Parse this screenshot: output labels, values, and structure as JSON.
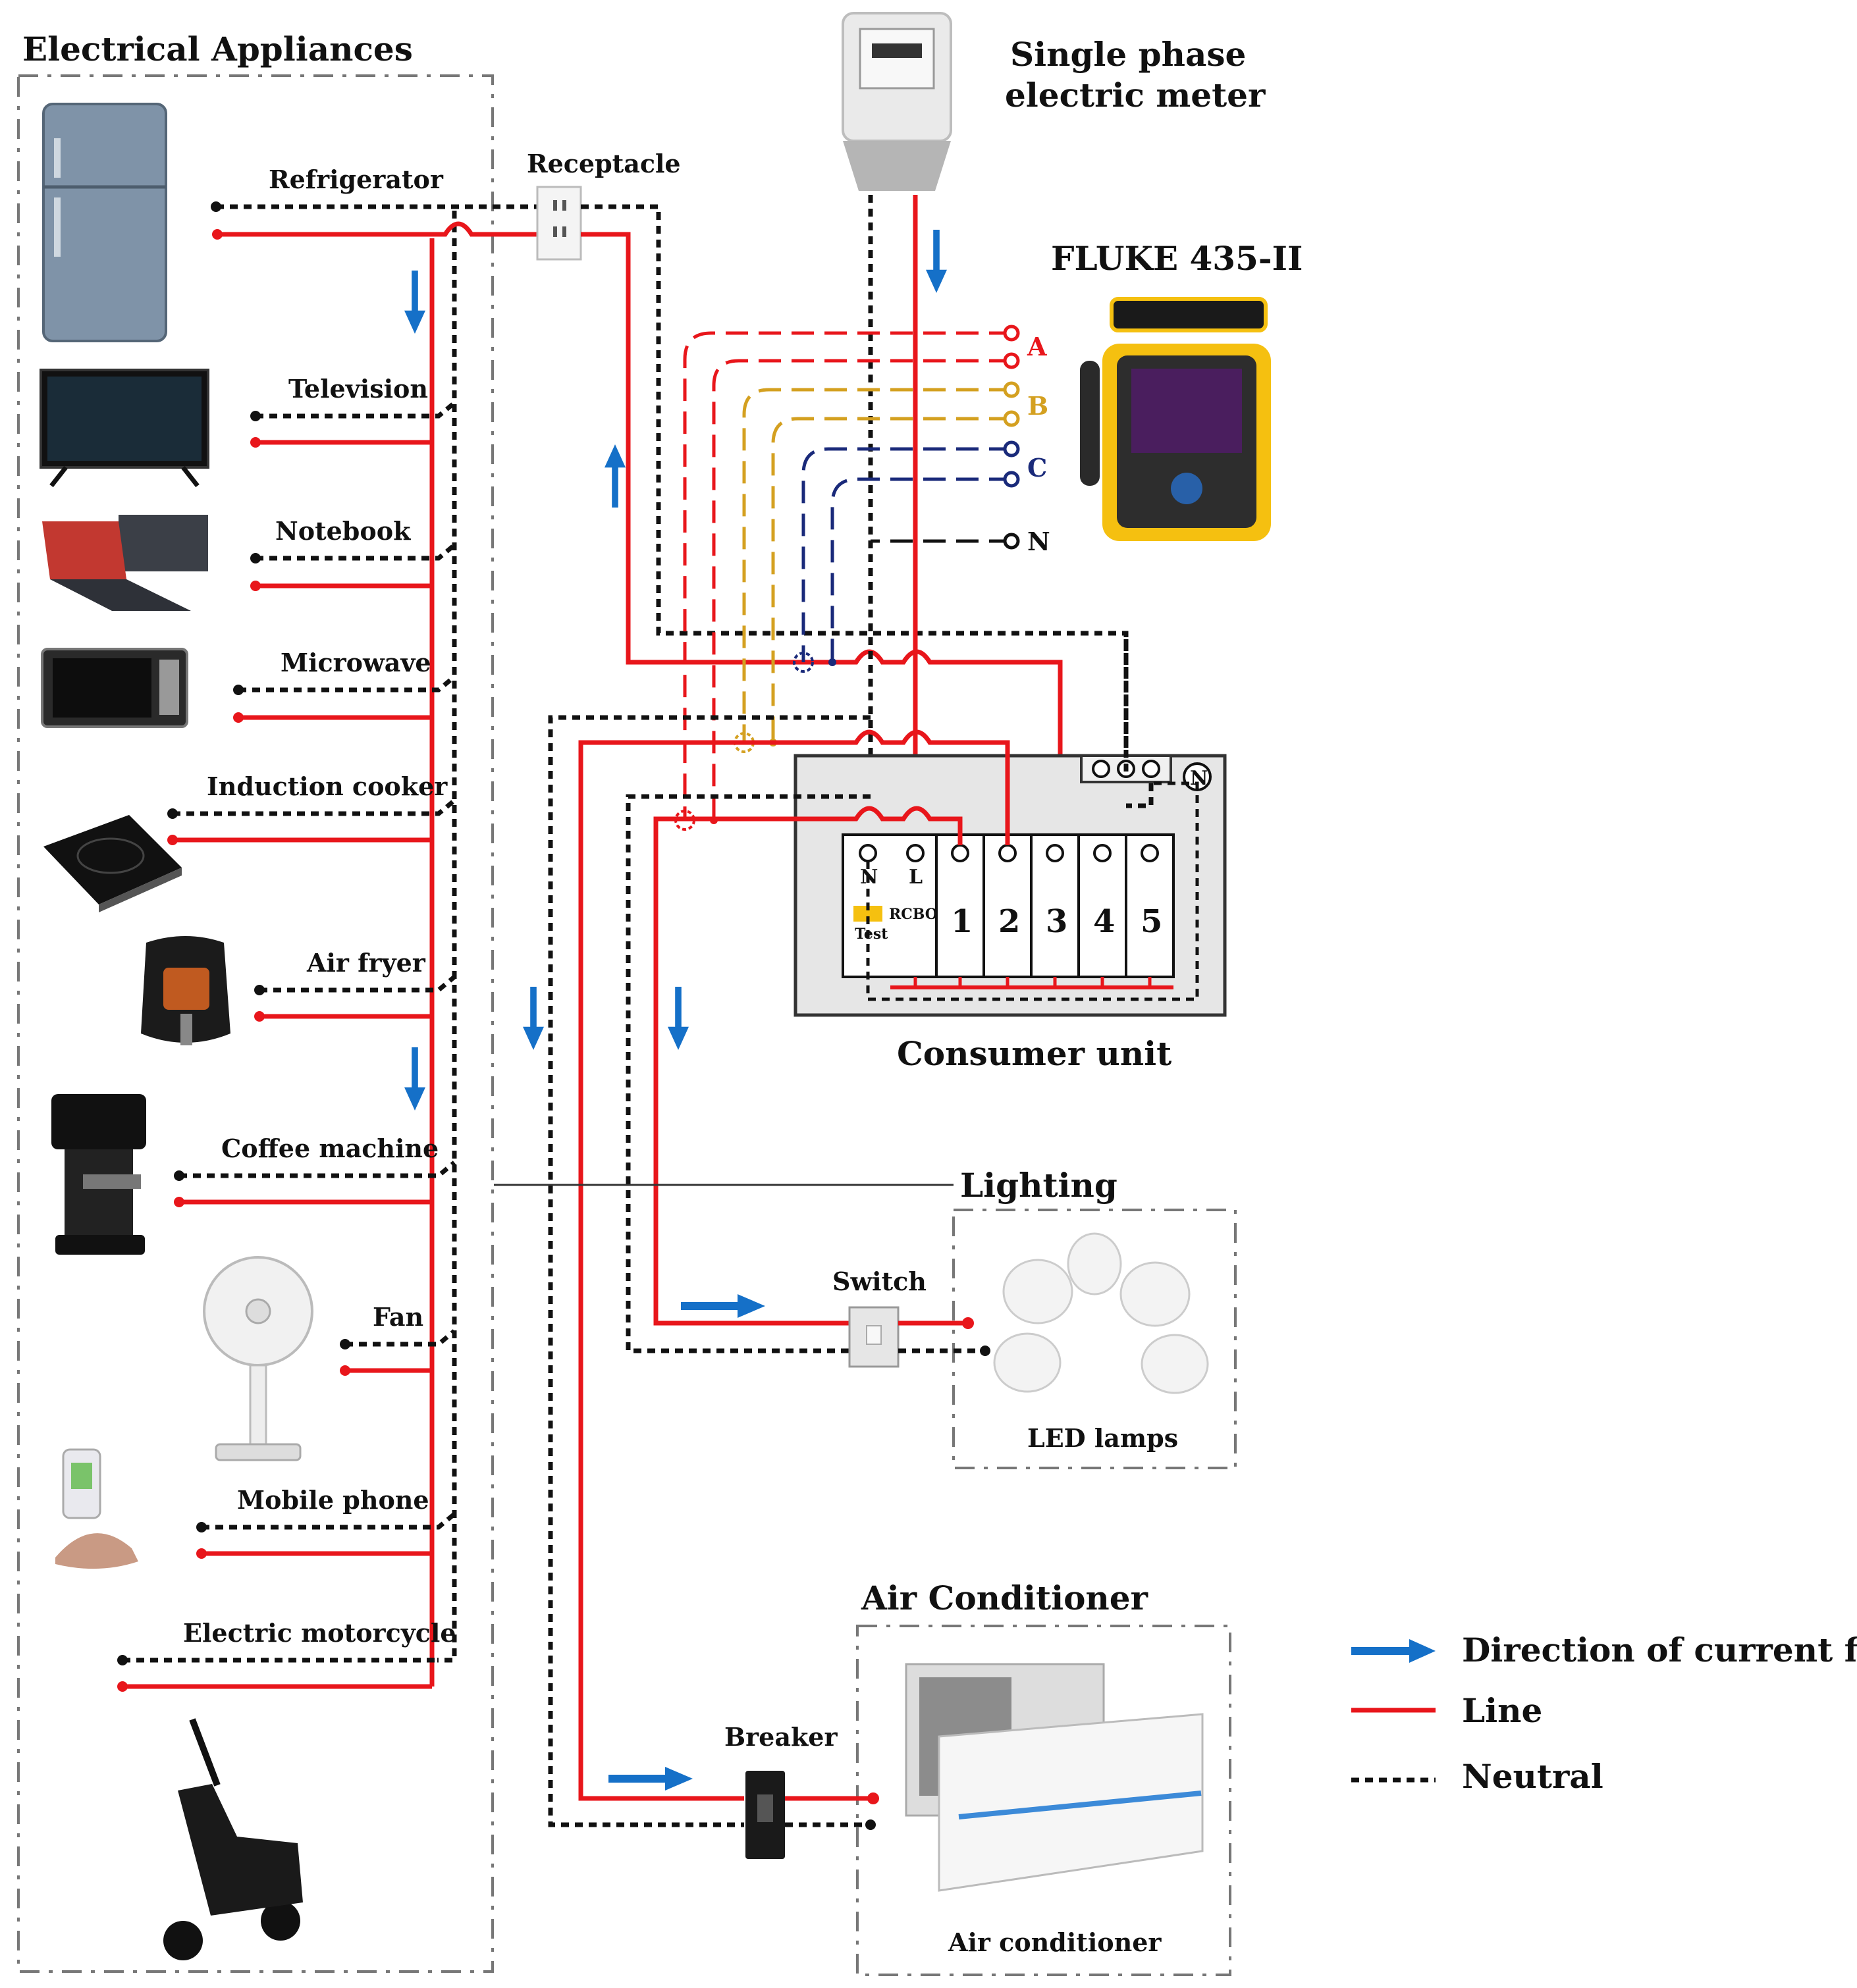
{
  "titles": {
    "appliances": "Electrical Appliances",
    "meter": [
      "Single phase",
      "electric meter"
    ],
    "fluke": "FLUKE 435-II",
    "receptacle": "Receptacle",
    "consumer_unit": "Consumer unit",
    "lighting": "Lighting",
    "switch": "Switch",
    "led_lamps": "LED lamps",
    "air_conditioner_group": "Air Conditioner",
    "breaker": "Breaker",
    "air_conditioner": "Air conditioner"
  },
  "appliances": [
    {
      "label": "Refrigerator",
      "icon": "refrigerator-icon"
    },
    {
      "label": "Television",
      "icon": "television-icon"
    },
    {
      "label": "Notebook",
      "icon": "notebook-icon"
    },
    {
      "label": "Microwave",
      "icon": "microwave-icon"
    },
    {
      "label": "Induction cooker",
      "icon": "induction-cooker-icon"
    },
    {
      "label": "Air fryer",
      "icon": "air-fryer-icon"
    },
    {
      "label": "Coffee machine",
      "icon": "coffee-machine-icon"
    },
    {
      "label": "Fan",
      "icon": "fan-icon"
    },
    {
      "label": "Mobile phone",
      "icon": "mobile-phone-icon"
    },
    {
      "label": "Electric motorcycle",
      "icon": "electric-motorcycle-icon"
    }
  ],
  "phase_terminals": [
    "A",
    "B",
    "C",
    "N"
  ],
  "consumer_unit": {
    "terminals": [
      "N",
      "L"
    ],
    "rcbo": "RCBO",
    "test": "Test",
    "breakers": [
      "1",
      "2",
      "3",
      "4",
      "5"
    ],
    "neutral_symbol": "N"
  },
  "legend": [
    {
      "label": "Direction of current flow",
      "style": "arrow",
      "color": "#1570c8"
    },
    {
      "label": "Line",
      "style": "solid",
      "color": "#e8161b"
    },
    {
      "label": "Neutral",
      "style": "dashed",
      "color": "#111111"
    }
  ],
  "colors": {
    "line": "#e8161b",
    "neutral": "#111111",
    "flow": "#1570c8",
    "phase_b": "#d4a020",
    "phase_c": "#1a2a7a"
  }
}
